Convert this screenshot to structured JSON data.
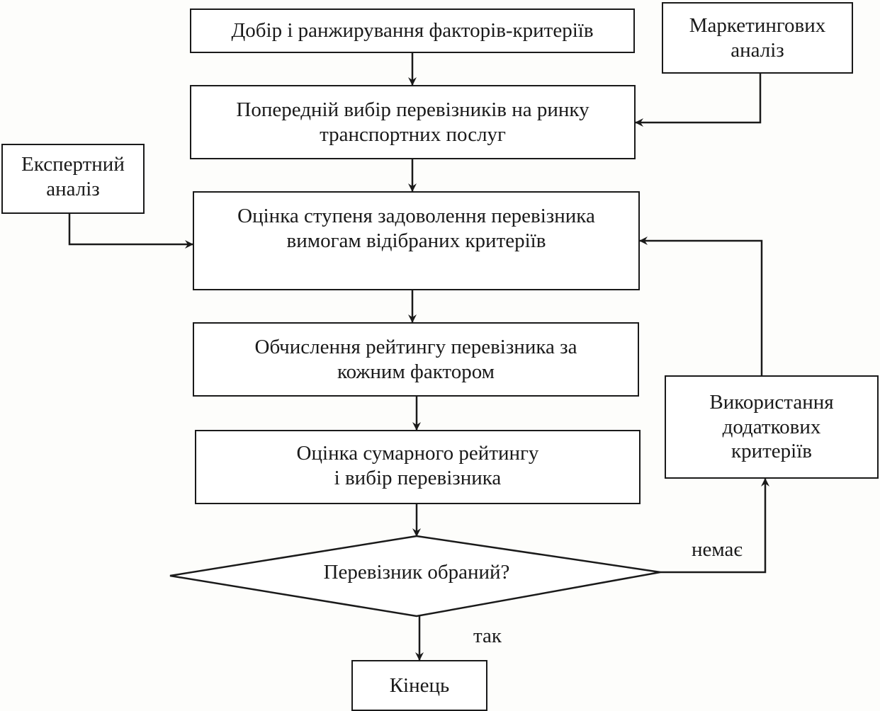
{
  "nodes": {
    "selection": "Добір і ранжирування факторів-критеріїв",
    "marketing": "Маркетингових\nаналіз",
    "preliminary": "Попередній вибір перевізників на ринку\nтранспортних послуг",
    "expert": "Експертний\nаналіз",
    "assessment": "Оцінка ступеня задоволення перевізника\nвимогам відібраних критеріїв",
    "rating": "Обчислення рейтингу перевізника за\nкожним фактором",
    "total": "Оцінка сумарного рейтингу\nі вибір перевізника",
    "additional": "Використання\nдодаткових\nкритеріїв",
    "decision": "Перевізник обраний?",
    "end": "Кінець"
  },
  "edge_labels": {
    "no": "немає",
    "yes": "так"
  },
  "colors": {
    "line": "#1a1a1a",
    "box_fill": "#ffffff",
    "background": "#fdfdfb"
  }
}
